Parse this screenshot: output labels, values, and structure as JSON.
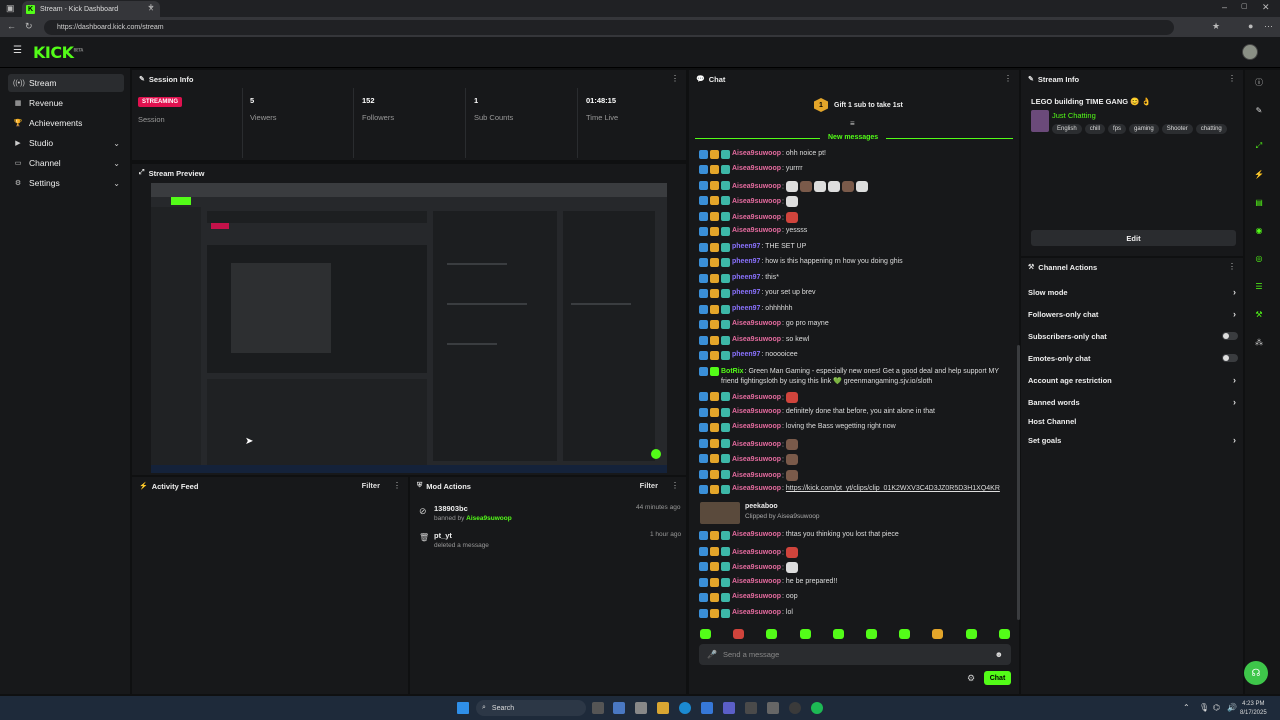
{
  "browser": {
    "tab_title": "Stream - Kick Dashboard",
    "url": "https://dashboard.kick.com/stream",
    "new_tab_icon": "plus-icon"
  },
  "app": {
    "logo": "KICK",
    "logo_sup": "BETA"
  },
  "sidebar": {
    "items": [
      {
        "label": "Stream",
        "icon": "stream-icon"
      },
      {
        "label": "Revenue",
        "icon": "revenue-icon"
      },
      {
        "label": "Achievements",
        "icon": "achievements-icon"
      },
      {
        "label": "Studio",
        "icon": "studio-icon"
      },
      {
        "label": "Channel",
        "icon": "channel-icon"
      },
      {
        "label": "Settings",
        "icon": "settings-icon"
      }
    ]
  },
  "session": {
    "title": "Session Info",
    "badge": "STREAMING",
    "stats": [
      {
        "value": "",
        "label": "Session"
      },
      {
        "value": "5",
        "label": "Viewers"
      },
      {
        "value": "152",
        "label": "Followers"
      },
      {
        "value": "1",
        "label": "Sub Counts"
      },
      {
        "value": "01:48:15",
        "label": "Time Live"
      }
    ]
  },
  "preview": {
    "title": "Stream Preview"
  },
  "activity": {
    "title": "Activity Feed",
    "filter": "Filter"
  },
  "mod": {
    "title": "Mod Actions",
    "filter": "Filter",
    "items": [
      {
        "name": "138903bc",
        "action_prefix": "banned by ",
        "actor": "Aisea9suwoop",
        "time": "44 minutes ago"
      },
      {
        "name": "pt_yt",
        "action_prefix": "deleted a message",
        "actor": "",
        "time": "1 hour ago"
      }
    ]
  },
  "chat": {
    "title": "Chat",
    "gift_count": "1",
    "gift_text": "Gift 1 sub to take 1st",
    "new_messages": "New messages",
    "messages": [
      {
        "user": "Aisea9suwoop",
        "text": ": ohh noice pt!"
      },
      {
        "user": "Aisea9suwoop",
        "text": ": yurrrr"
      },
      {
        "user": "Aisea9suwoop",
        "text": ":"
      },
      {
        "user": "Aisea9suwoop",
        "text": ":"
      },
      {
        "user": "Aisea9suwoop",
        "text": ":"
      },
      {
        "user": "Aisea9suwoop",
        "text": ": yessss"
      },
      {
        "user": "pheen97",
        "text": ": THE SET UP"
      },
      {
        "user": "pheen97",
        "text": ": how is this happening rn how you doing ghis"
      },
      {
        "user": "pheen97",
        "text": ": this*"
      },
      {
        "user": "pheen97",
        "text": ": your set up brev"
      },
      {
        "user": "pheen97",
        "text": ": ohhhhhh"
      },
      {
        "user": "Aisea9suwoop",
        "text": ": go pro mayne"
      },
      {
        "user": "Aisea9suwoop",
        "text": ": so kewl"
      },
      {
        "user": "pheen97",
        "text": ": nooooicee"
      },
      {
        "user": "BotRix",
        "text": ": Green Man Gaming - especially new ones! Get a good deal and help support MY friend fightingsloth by using this link 💚 greenmangaming.sjv.io/sloth"
      },
      {
        "user": "Aisea9suwoop",
        "text": ":"
      },
      {
        "user": "Aisea9suwoop",
        "text": ": definitely done that before, you aint alone in that"
      },
      {
        "user": "Aisea9suwoop",
        "text": ": loving the Bass wegetting right now"
      },
      {
        "user": "Aisea9suwoop",
        "text": ":"
      },
      {
        "user": "Aisea9suwoop",
        "text": ":"
      },
      {
        "user": "Aisea9suwoop",
        "text": ":"
      },
      {
        "user": "Aisea9suwoop",
        "text": ": ",
        "link": "https://kick.com/pt_yt/clips/clip_01K2WXV3C4D3JZ0R5D3H1XQ4KR"
      },
      {
        "user": "Aisea9suwoop",
        "text": ": thtas you thinking you lost that piece"
      },
      {
        "user": "Aisea9suwoop",
        "text": ":"
      },
      {
        "user": "Aisea9suwoop",
        "text": ":"
      },
      {
        "user": "Aisea9suwoop",
        "text": ": he be prepared!!"
      },
      {
        "user": "Aisea9suwoop",
        "text": ": oop"
      },
      {
        "user": "Aisea9suwoop",
        "text": ": lol"
      }
    ],
    "clip": {
      "title": "peekaboo",
      "by": "Clipped by Aisea9suwoop"
    },
    "input_placeholder": "Send a message",
    "send_label": "Chat"
  },
  "stream_info": {
    "title": "Stream Info",
    "stream_title": "LEGO building TIME GANG 😊 👌",
    "category": "Just Chatting",
    "tags": [
      "English",
      "chill",
      "fps",
      "gaming",
      "Shooter",
      "chatting"
    ],
    "edit_label": "Edit"
  },
  "channel_actions": {
    "title": "Channel Actions",
    "items": [
      {
        "label": "Slow mode",
        "control": "chevron"
      },
      {
        "label": "Followers-only chat",
        "control": "chevron"
      },
      {
        "label": "Subscribers-only chat",
        "control": "toggle"
      },
      {
        "label": "Emotes-only chat",
        "control": "toggle"
      },
      {
        "label": "Account age restriction",
        "control": "chevron"
      },
      {
        "label": "Banned words",
        "control": "chevron"
      },
      {
        "label": "Host Channel",
        "control": "none"
      },
      {
        "label": "Set goals",
        "control": "chevron"
      }
    ]
  },
  "taskbar": {
    "search": "Search",
    "time": "4:23 PM",
    "date": "8/17/2025"
  },
  "colors": {
    "accent": "#53fc18",
    "live": "#e0114f",
    "user_pink": "#e56b9f",
    "user_purple": "#8a72ff"
  }
}
